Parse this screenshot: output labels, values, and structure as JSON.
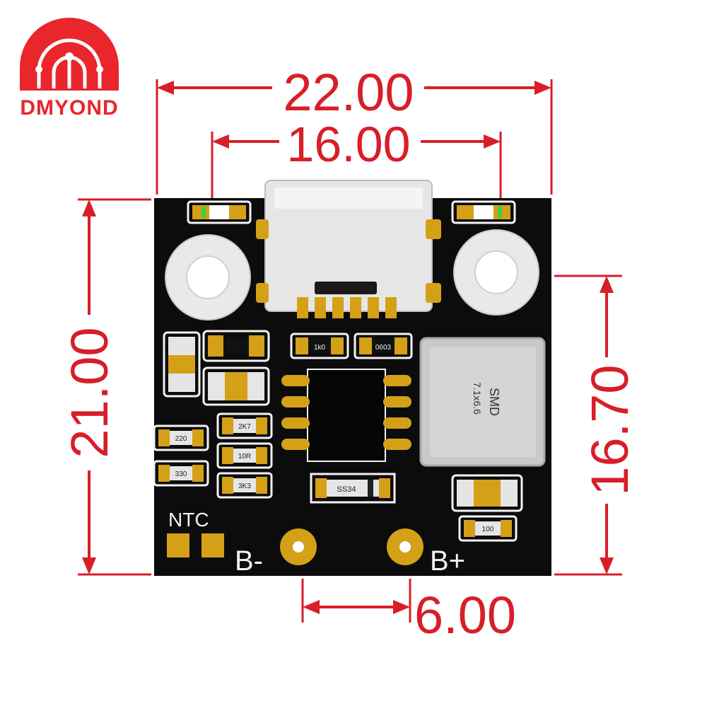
{
  "brand": {
    "name": "DMYOND",
    "color": "#e8262c"
  },
  "dimensions": {
    "board_width": "22.00",
    "usb_pitch": "16.00",
    "board_height": "21.00",
    "hole_to_bottom": "16.70",
    "pad_spacing": "6.00",
    "color": "#d81e28"
  },
  "board": {
    "pcb_color": "#0c0c0c",
    "pad_color": "#d4a017",
    "silkscreen_color": "#f2f2f2",
    "labels": {
      "ntc": "NTC",
      "b_minus": "B-",
      "b_plus": "B+"
    },
    "component_markings": {
      "inductor_line1": "SMD",
      "inductor_line2": "7.1x6.6",
      "resistor_a": "1k0",
      "resistor_b": "0603",
      "resistor_c": "2K7",
      "resistor_d": "10R",
      "resistor_e": "3K3",
      "resistor_f": "220",
      "resistor_g": "330",
      "resistor_h": "100",
      "diode": "SS34"
    }
  }
}
